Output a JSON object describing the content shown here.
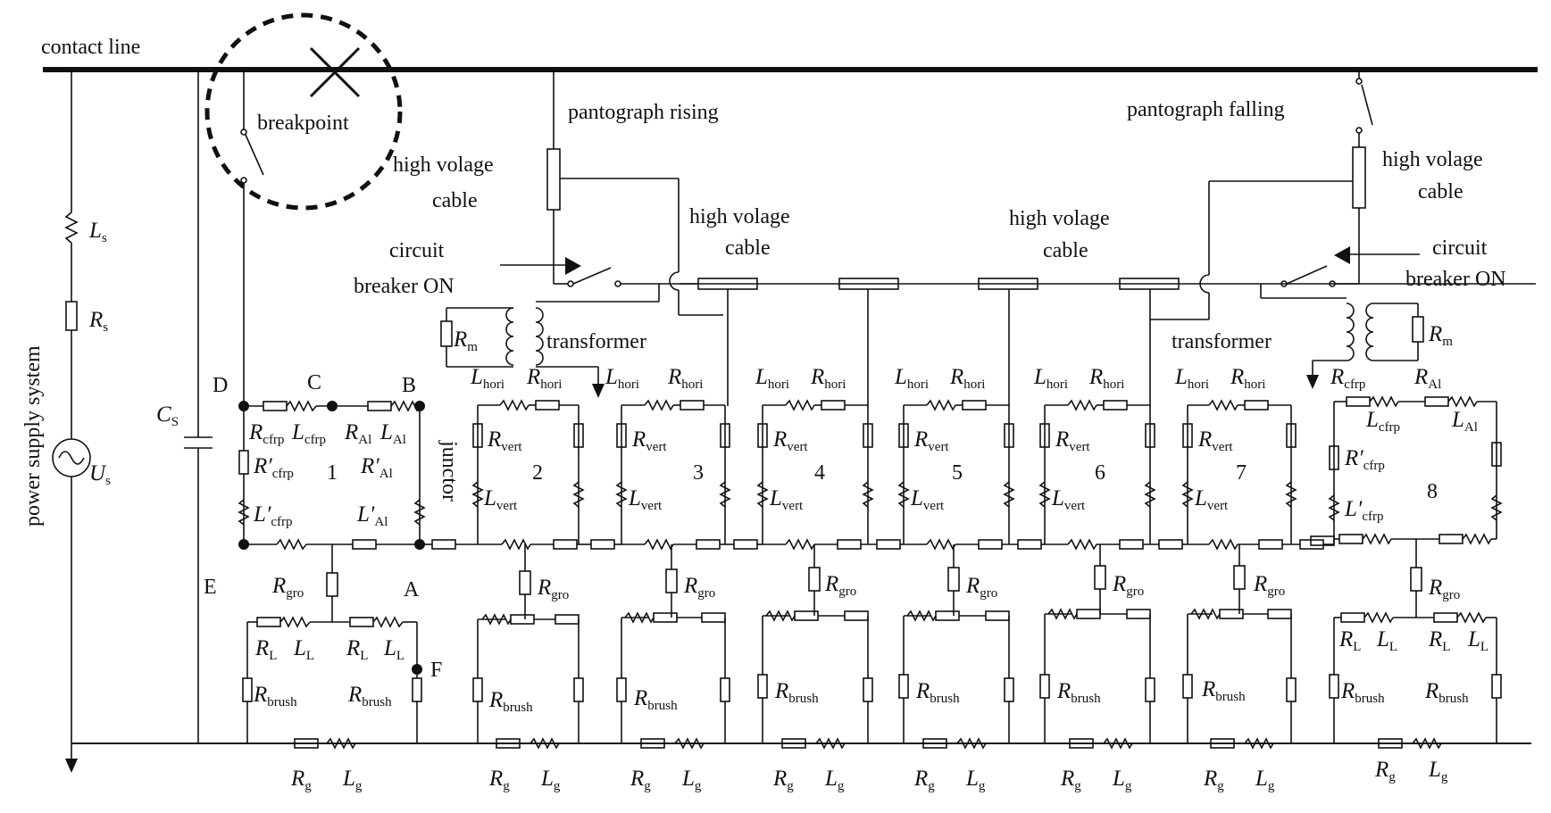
{
  "labels": {
    "contact_line": "contact line",
    "breakpoint": "breakpoint",
    "pantograph_rising": "pantograph      rising",
    "pantograph_falling": "pantograph  falling",
    "hv_cable_l1": "high volage",
    "hv_cable_l2": "cable",
    "cb_left_l1": "circuit",
    "cb_left_l2": "breaker     ON",
    "cb_right_l1": "circuit",
    "cb_right_l2": "breaker ON",
    "transformer": "transformer",
    "junctor": "junctor",
    "power_supply_system": "power supply system",
    "node_A": "A",
    "node_B": "B",
    "node_C": "C",
    "node_D": "D",
    "node_E": "E",
    "node_F": "F"
  },
  "symbols": {
    "L": "L",
    "R": "R",
    "C": "C",
    "U": "U",
    "R_prime": "R′",
    "L_prime": "L′",
    "s": "s",
    "S": "S",
    "m": "m",
    "g": "g",
    "L_sub": "L",
    "cfrp": "cfrp",
    "Al": "Al",
    "hori": "hori",
    "vert": "vert",
    "gro": "gro",
    "brush": "brush"
  },
  "cars": [
    "1",
    "2",
    "3",
    "4",
    "5",
    "6",
    "7",
    "8"
  ],
  "colors": {
    "line": "#111111",
    "background": "#ffffff"
  }
}
